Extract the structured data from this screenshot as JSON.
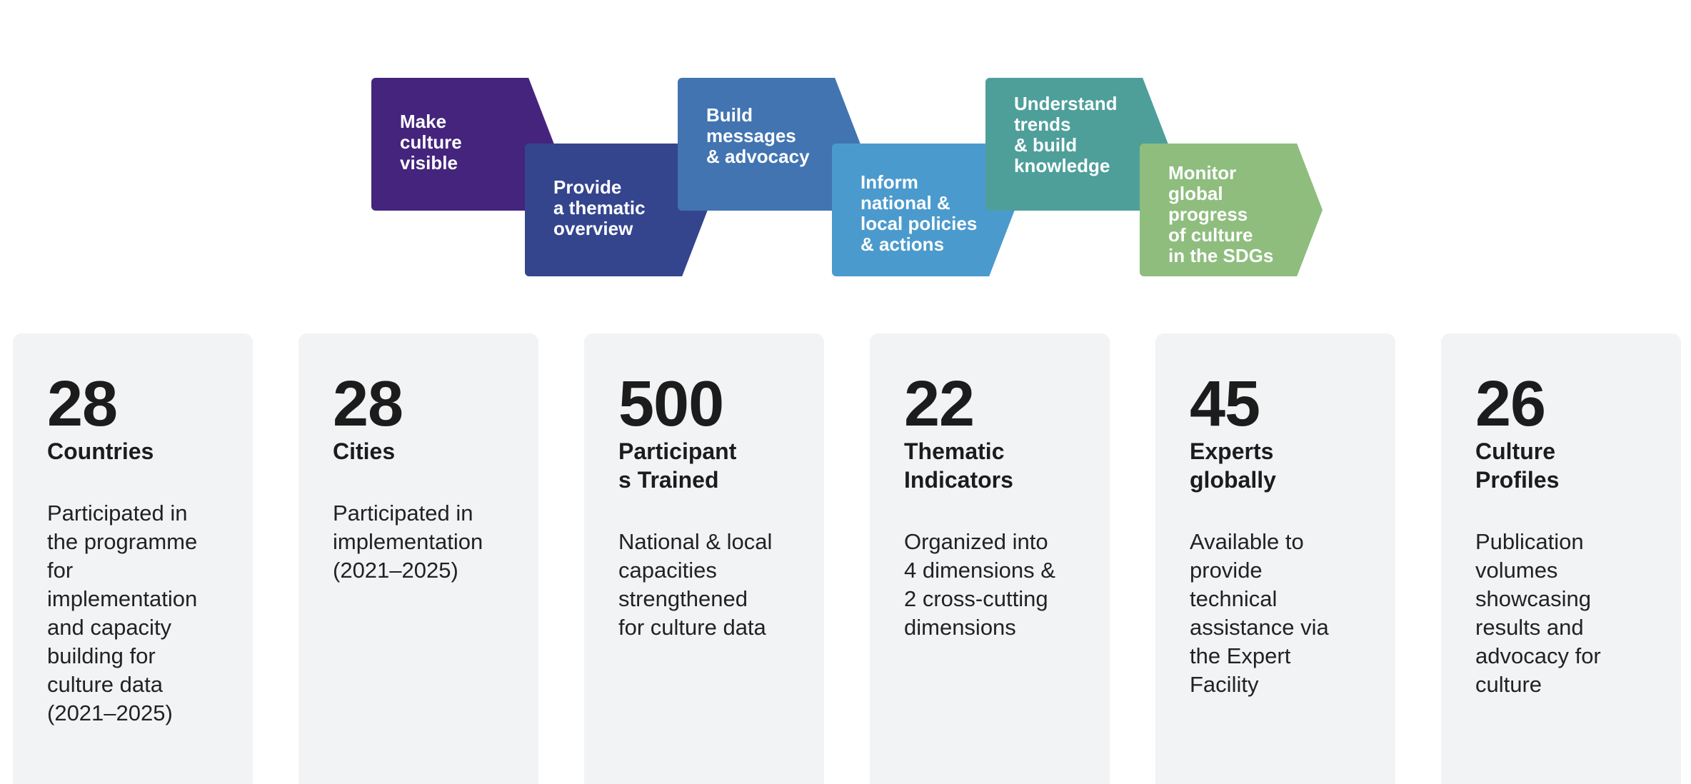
{
  "flow": {
    "steps": [
      {
        "label": "Make\nculture\nvisible",
        "color": "#44247c"
      },
      {
        "label": "Provide\na thematic\noverview",
        "color": "#34458e"
      },
      {
        "label": "Build\nmessages\n& advocacy",
        "color": "#4174b1"
      },
      {
        "label": "Inform\nnational &\nlocal policies\n& actions",
        "color": "#4b9acd"
      },
      {
        "label": "Understand\ntrends\n& build\nknowledge",
        "color": "#4e9f9a"
      },
      {
        "label": "Monitor\nglobal\nprogress\nof culture\nin the SDGs",
        "color": "#8ebd7e"
      }
    ]
  },
  "stats": [
    {
      "number": "28",
      "label": "Countries",
      "description": "Participated in\nthe programme\nfor\nimplementation\nand capacity\nbuilding for\nculture data\n(2021–2025)"
    },
    {
      "number": "28",
      "label": "Cities",
      "description": "Participated in\nimplementation\n(2021–2025)"
    },
    {
      "number": "500",
      "label": "Participant\ns Trained",
      "description": "National & local\ncapacities\nstrengthened\nfor culture data"
    },
    {
      "number": "22",
      "label": "Thematic\nIndicators",
      "description": "Organized into\n4 dimensions &\n2 cross-cutting\ndimensions"
    },
    {
      "number": "45",
      "label": "Experts\nglobally",
      "description": "Available to\nprovide\ntechnical\nassistance via\nthe Expert\nFacility"
    },
    {
      "number": "26",
      "label": "Culture\nProfiles",
      "description": "Publication\nvolumes\nshowcasing\nresults and\nadvocacy for\nculture"
    }
  ]
}
